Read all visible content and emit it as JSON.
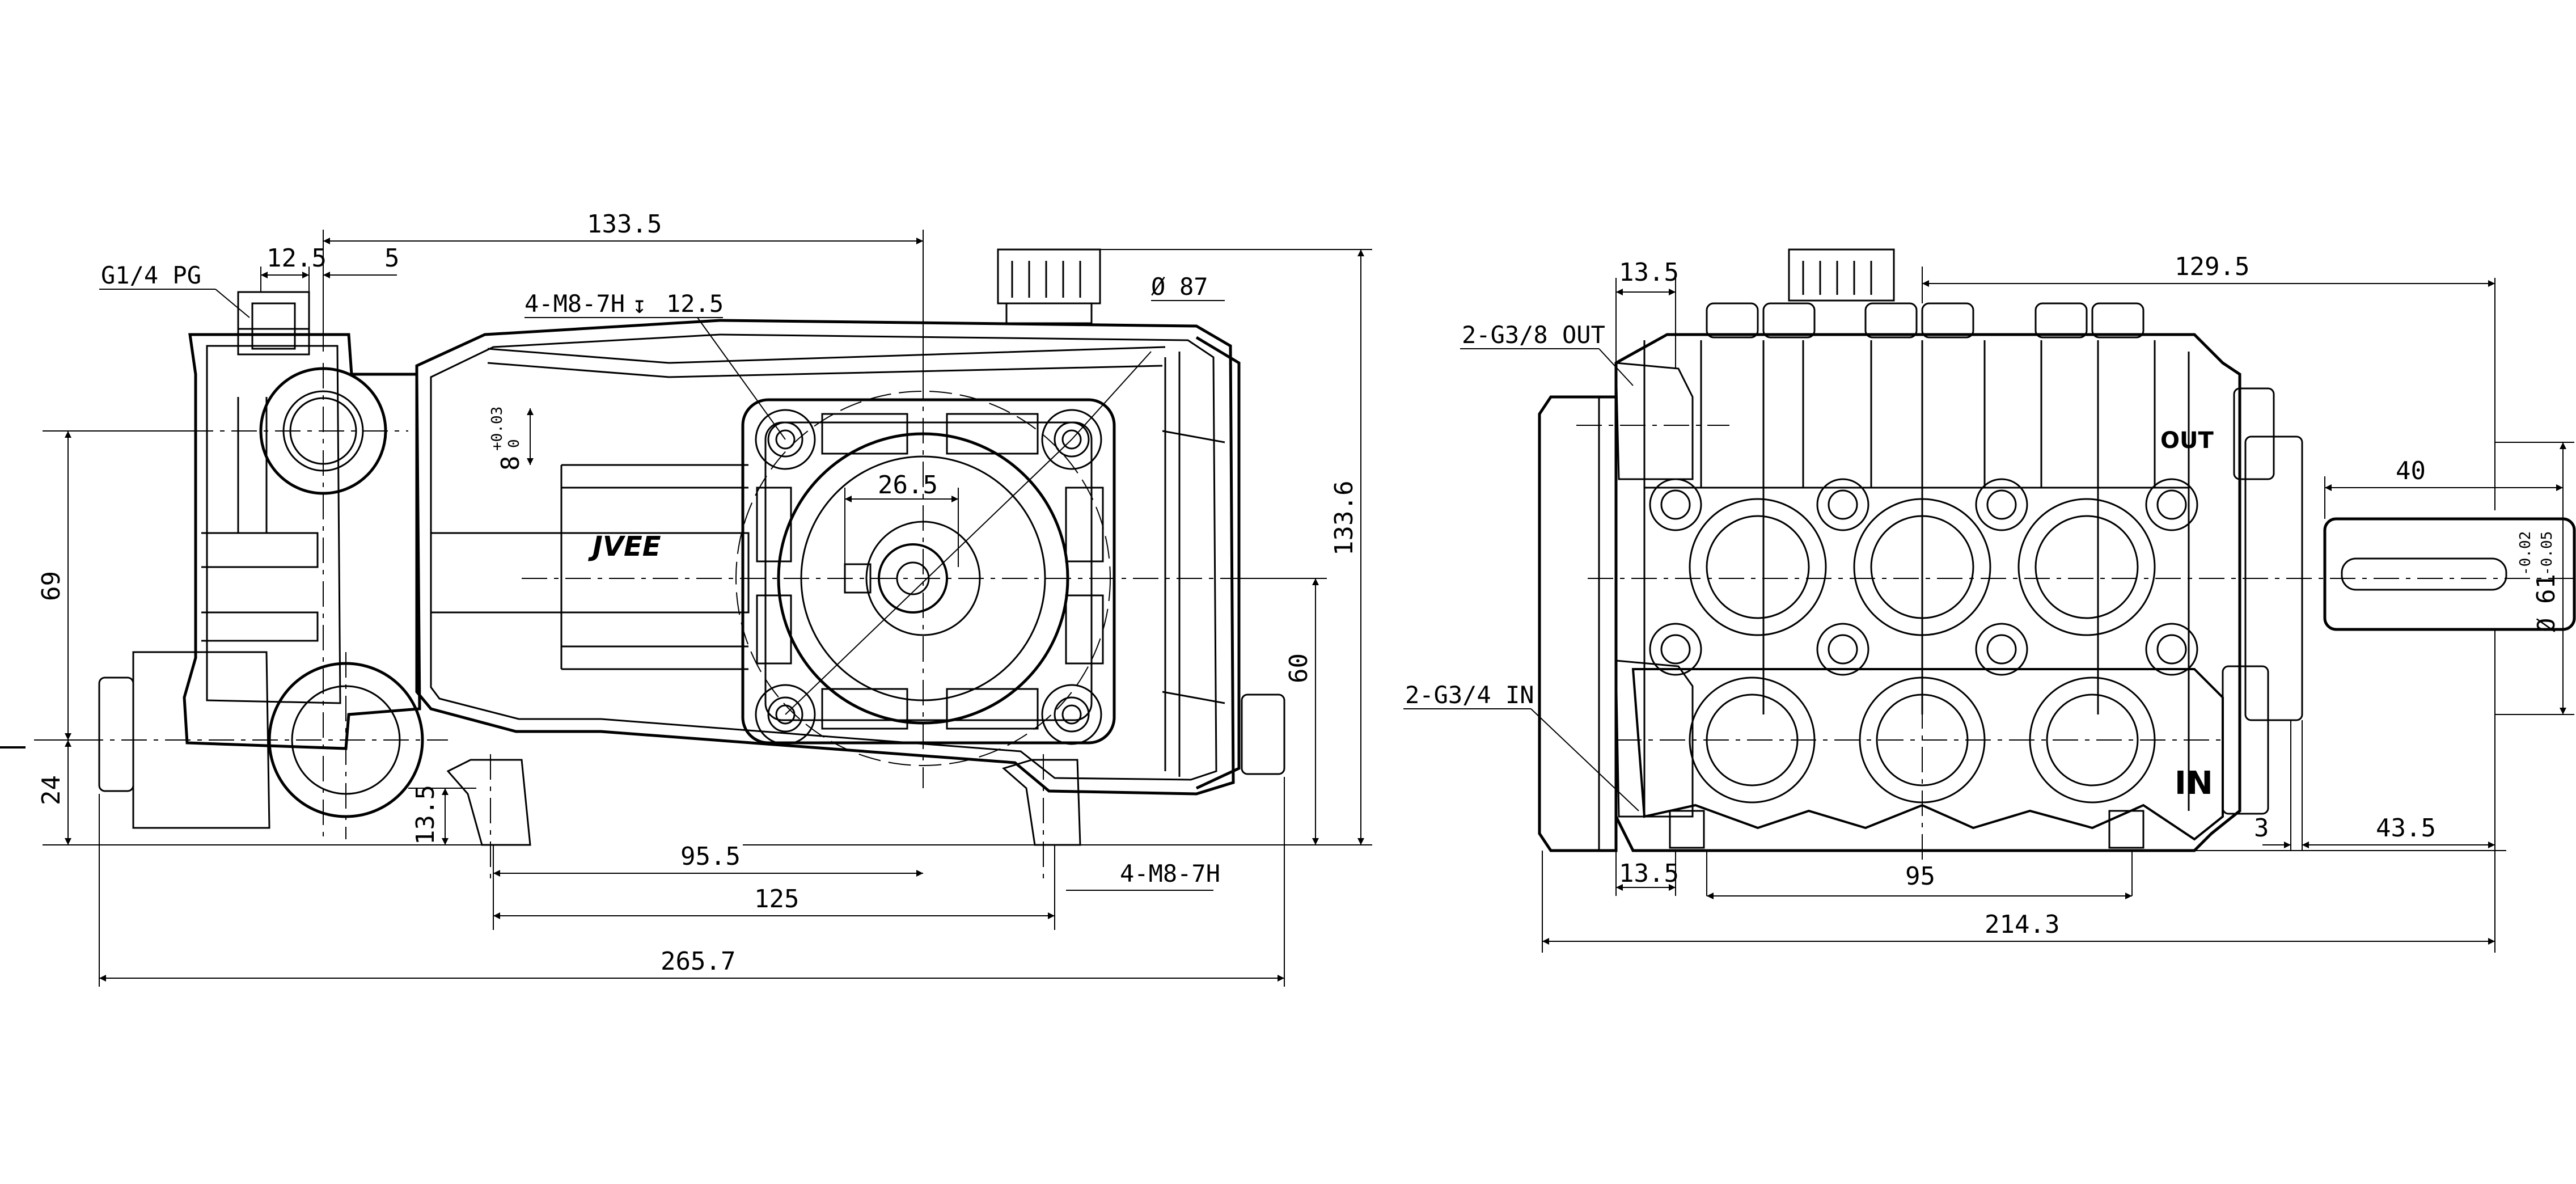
{
  "side_view": {
    "dims": {
      "d_133_5_top": "133.5",
      "d_12_5": "12.5",
      "d_5": "5",
      "d_69": "69",
      "d_24": "24",
      "d_13_5": "13.5",
      "d_95_5": "95.5",
      "d_125": "125",
      "d_265_7": "265.7",
      "d_60": "60",
      "d_133_6": "133.6",
      "d_26_5": "26.5",
      "d_87": "87",
      "key_8": "8",
      "key_tol_upper": "+0.03",
      "key_tol_lower": "0"
    },
    "labels": {
      "gauge_port": "G1/4 PG",
      "top_threads": "4-M8-7H",
      "top_thread_depth": "12.5",
      "bottom_threads": "4-M8-7H",
      "diameter_symbol": "Ø",
      "depth_symbol": "↧"
    },
    "brand_mark": "JVEE"
  },
  "front_view": {
    "dims": {
      "d_13_5_top": "13.5",
      "d_129_5": "129.5",
      "d_40": "40",
      "d_61": "61",
      "tol_upper": "-0.02",
      "tol_lower": "-0.05",
      "d_3": "3",
      "d_43_5": "43.5",
      "d_13_5_bottom": "13.5",
      "d_95": "95",
      "d_214_3": "214.3"
    },
    "labels": {
      "outlet": "2-G3/8 OUT",
      "inlet": "2-G3/4 IN",
      "out_stamp": "OUT",
      "in_stamp": "IN",
      "diameter_symbol": "Ø"
    }
  }
}
